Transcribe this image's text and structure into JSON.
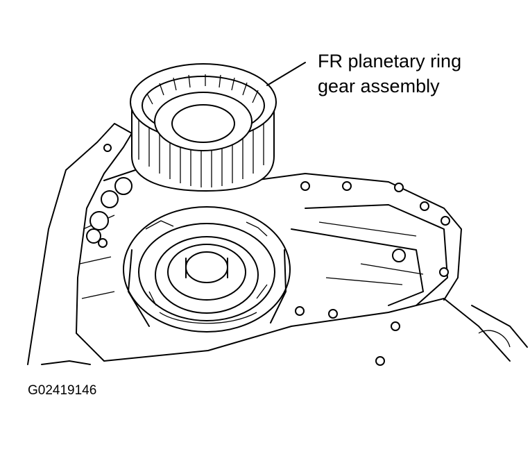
{
  "callout": {
    "line1": "FR planetary ring",
    "line2": "gear assembly"
  },
  "figure_id": "G02419146"
}
